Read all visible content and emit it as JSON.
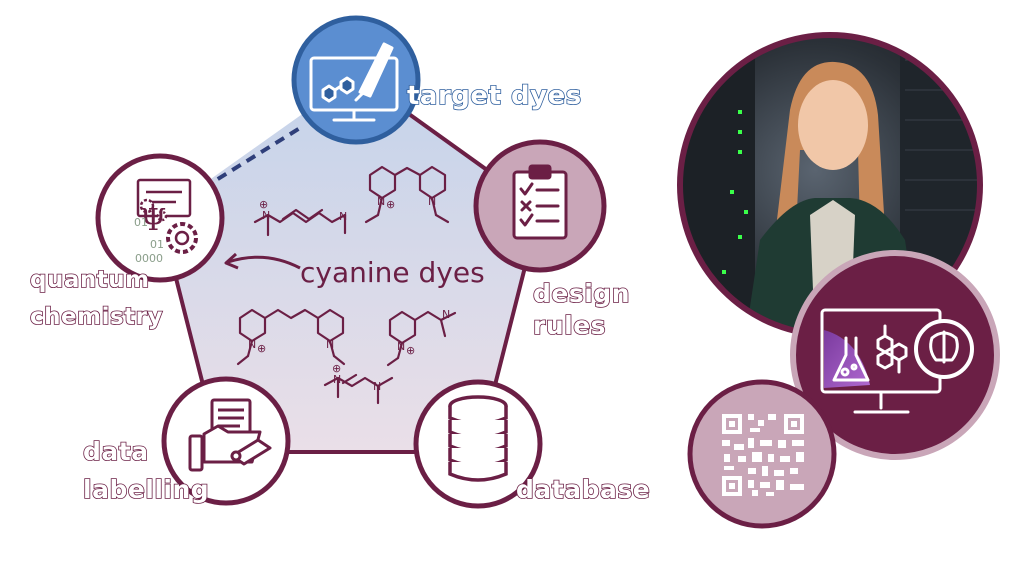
{
  "labels": {
    "target_dyes": "target dyes",
    "design": "design",
    "rules": "rules",
    "quantum": "quantum",
    "chemistry": "chemistry",
    "data": "data",
    "labelling": "labelling",
    "database": "database",
    "cyanine_dyes": "cyanine dyes"
  },
  "binary_digits": [
    "01",
    "01",
    "0000"
  ],
  "atom_symbols": {
    "nitrogen": "N",
    "plus": "⊕"
  },
  "icons": [
    "monitor-molecule-icon",
    "clipboard-checklist-icon",
    "database-icon",
    "folder-tag-icon",
    "quantum-gears-icon",
    "monitor-flask-molecule-brain-icon",
    "qr-code-icon"
  ],
  "colors": {
    "plum": "#6b1f45",
    "mauve": "#c9a6b8",
    "blue": "#5b8ed1",
    "blue_dark": "#2f5f9e",
    "pentagon_top": "#c4d3ea",
    "pentagon_bottom": "#e6dbe5"
  }
}
